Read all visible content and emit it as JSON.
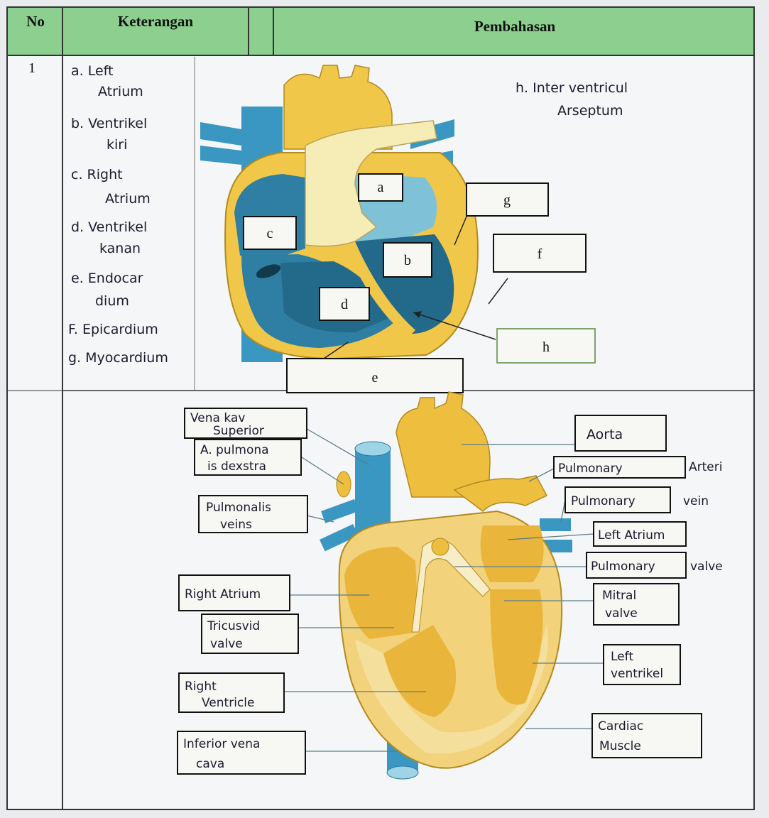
{
  "table": {
    "headers": {
      "no": "No",
      "keterangan": "Keterangan",
      "pembahasan": "Pembahasan"
    },
    "row1_no": "1"
  },
  "keterangan_list": [
    [
      "a. Left",
      "Atrium"
    ],
    [
      "b. Ventrikel",
      "kiri"
    ],
    [
      "c. Right",
      "Atrium"
    ],
    [
      "d. Ventrikel",
      "kanan"
    ],
    [
      "e. Endocar",
      "dium"
    ],
    [
      "F. Epicardium"
    ],
    [
      "g. Myocardium"
    ]
  ],
  "diagram1": {
    "handwritten_note": [
      "h. Inter ventricul",
      "Arseptum"
    ],
    "label_boxes": [
      "a",
      "b",
      "c",
      "d",
      "e",
      "f",
      "g",
      "h"
    ]
  },
  "diagram2": {
    "labels": {
      "vena_kav_superior": [
        "Vena kav",
        "Superior"
      ],
      "a_pulmonalis_dextra": [
        "A. pulmona",
        "is dexstra"
      ],
      "pulmonalis_veins": [
        "Pulmonalis",
        "veins"
      ],
      "right_atrium": "Right Atrium",
      "tricuspid_valve": [
        "Tricusvid",
        "valve"
      ],
      "right_ventricle": [
        "Right",
        "Ventricle"
      ],
      "inferior_vena_cava": [
        "Inferior vena",
        "cava"
      ],
      "aorta": "Aorta",
      "pulmonary_arteri": [
        "Pulmonary",
        "Arteri"
      ],
      "pulmonary_vein": [
        "Pulmonary",
        "vein"
      ],
      "left_atrium": "Left Atrium",
      "pulmonary_valve": [
        "Pulmonary",
        "valve"
      ],
      "mitral_valve": [
        "Mitral",
        "valve"
      ],
      "left_ventricle": [
        "Left",
        "ventrikel"
      ],
      "cardiac_muscle": [
        "Cardiac",
        "Muscle"
      ]
    }
  },
  "colors": {
    "header_bg": "#8ccf8e",
    "heart_yellow": "#f1c74a",
    "vessel_blue": "#3a97c2",
    "chamber_dark": "#2e7fa3",
    "chamber_light": "#7fc2d8"
  }
}
